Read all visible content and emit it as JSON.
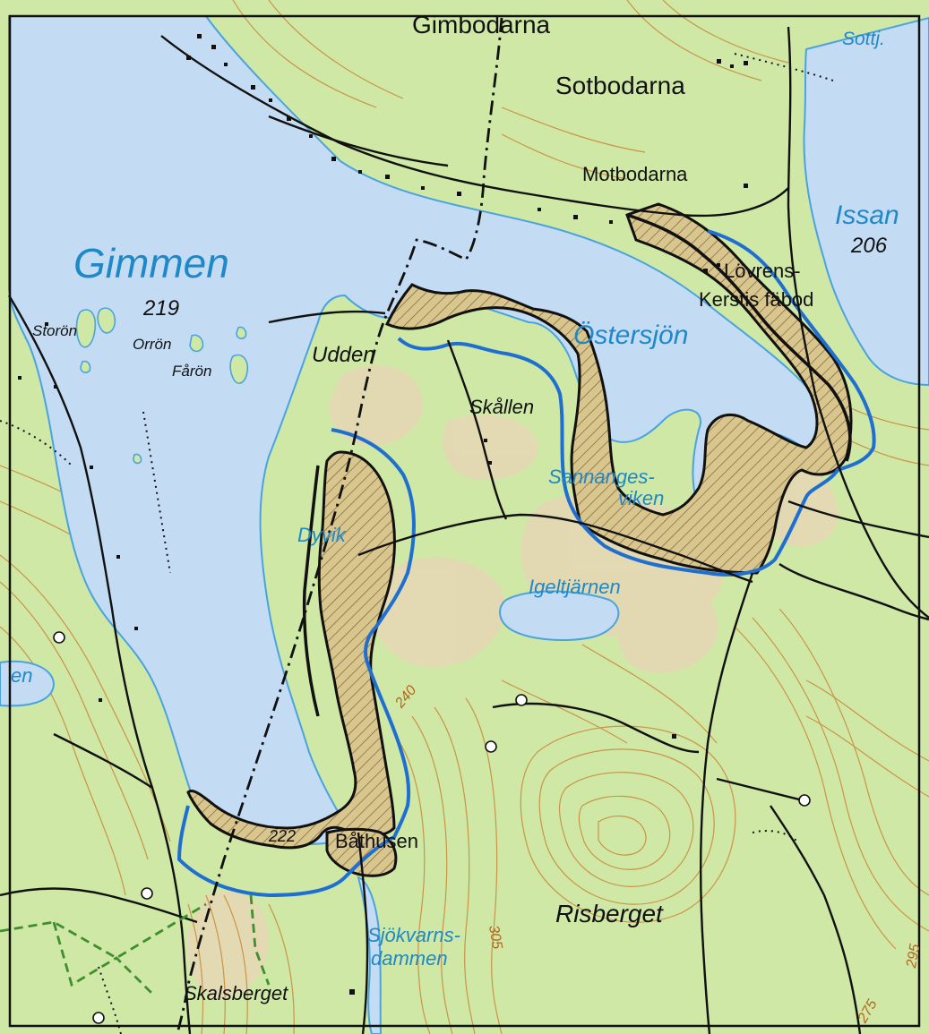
{
  "map": {
    "colors": {
      "land": "#cfe8a6",
      "forest_open": "#e2d5b4",
      "water": "#c4dcf3",
      "shoreline": "#4aa3df",
      "contour": "#c98c3c",
      "road": "#111111",
      "boundary_blue": "#1f6fd1",
      "boundary_black": "#111111",
      "hatch": "#b89c5c",
      "border_green": "#3f8f2f"
    },
    "lakes": {
      "gimmen": {
        "name": "Gimmen",
        "elevation": "219"
      },
      "issan": {
        "name": "Issan",
        "elevation": "206"
      },
      "ostersjon": {
        "name": "Östersjön"
      },
      "sannangesviken": {
        "line1": "Sannanges-",
        "line2": "viken"
      },
      "igeltjarnen": {
        "name": "Igeltjärnen"
      },
      "dyvik": {
        "name": "Dyvik"
      },
      "sottj": {
        "name": "Sottj."
      },
      "sjokvarnsdammen": {
        "line1": "Sjökvarns-",
        "line2": "dammen"
      },
      "edge_water": {
        "name": "en"
      },
      "bay_elevation": "222"
    },
    "places": {
      "gimbodarna": "Gimbodarna",
      "sotbodarna": "Sotbodarna",
      "motbodarna": "Motbodarna",
      "lovrens": {
        "line1": "Lövrens-",
        "line2": "Kerstis fäbod"
      },
      "udden": "Udden",
      "skallen": "Skållen",
      "bathusen": "Båthusen",
      "risberget": "Risberget",
      "skalsberget": "Skalsberget"
    },
    "islands": {
      "storon": "Storön",
      "orron": "Orrön",
      "faron": "Fårön"
    },
    "contour_labels": {
      "c240": "240",
      "c305": "305",
      "c295": "295",
      "c275": "275"
    }
  }
}
